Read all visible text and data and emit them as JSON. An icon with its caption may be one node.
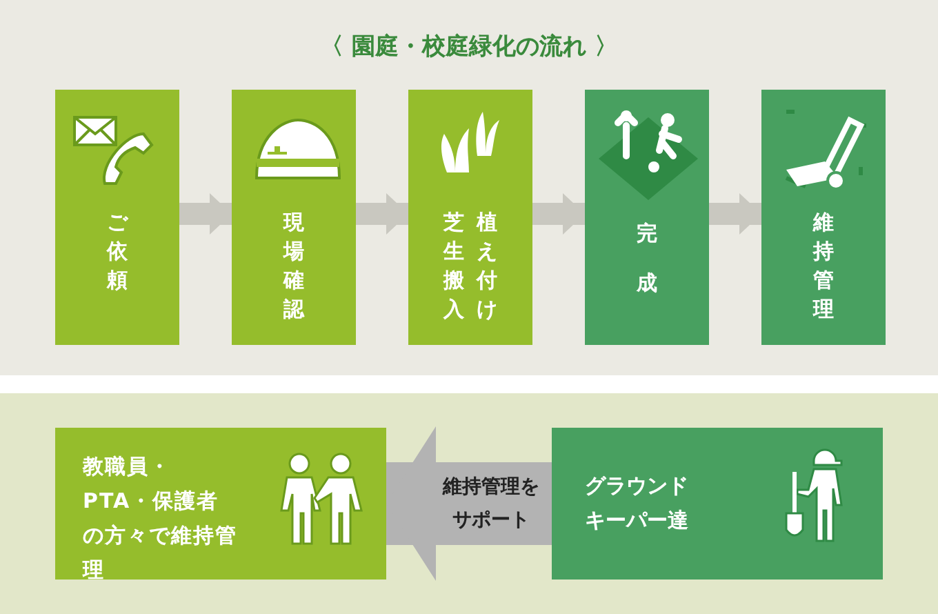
{
  "diagram": {
    "title": "〈 園庭・校庭緑化の流れ 〉",
    "nodes": [
      {
        "text": [
          "ご依頼"
        ]
      },
      {
        "text": [
          "現場確認"
        ]
      },
      {
        "text": [
          "芝生搬入",
          "植え付け"
        ]
      },
      {
        "text": [
          "完成"
        ]
      },
      {
        "text": [
          "維持管理"
        ]
      },
      {
        "text": [
          "教職員・PTA・保護者の方々で維持管理"
        ]
      },
      {
        "text": [
          "グラウンドキーパー達"
        ]
      }
    ],
    "edges": [
      {
        "from": 0,
        "to": 1,
        "arrow": "to"
      },
      {
        "from": 1,
        "to": 2,
        "arrow": "to"
      },
      {
        "from": 2,
        "to": 3,
        "arrow": "to"
      },
      {
        "from": 3,
        "to": 4,
        "arrow": "to"
      },
      {
        "from": 6,
        "to": 5,
        "arrow": "to",
        "style": "thick",
        "label": "維持管理をサポート"
      }
    ]
  }
}
